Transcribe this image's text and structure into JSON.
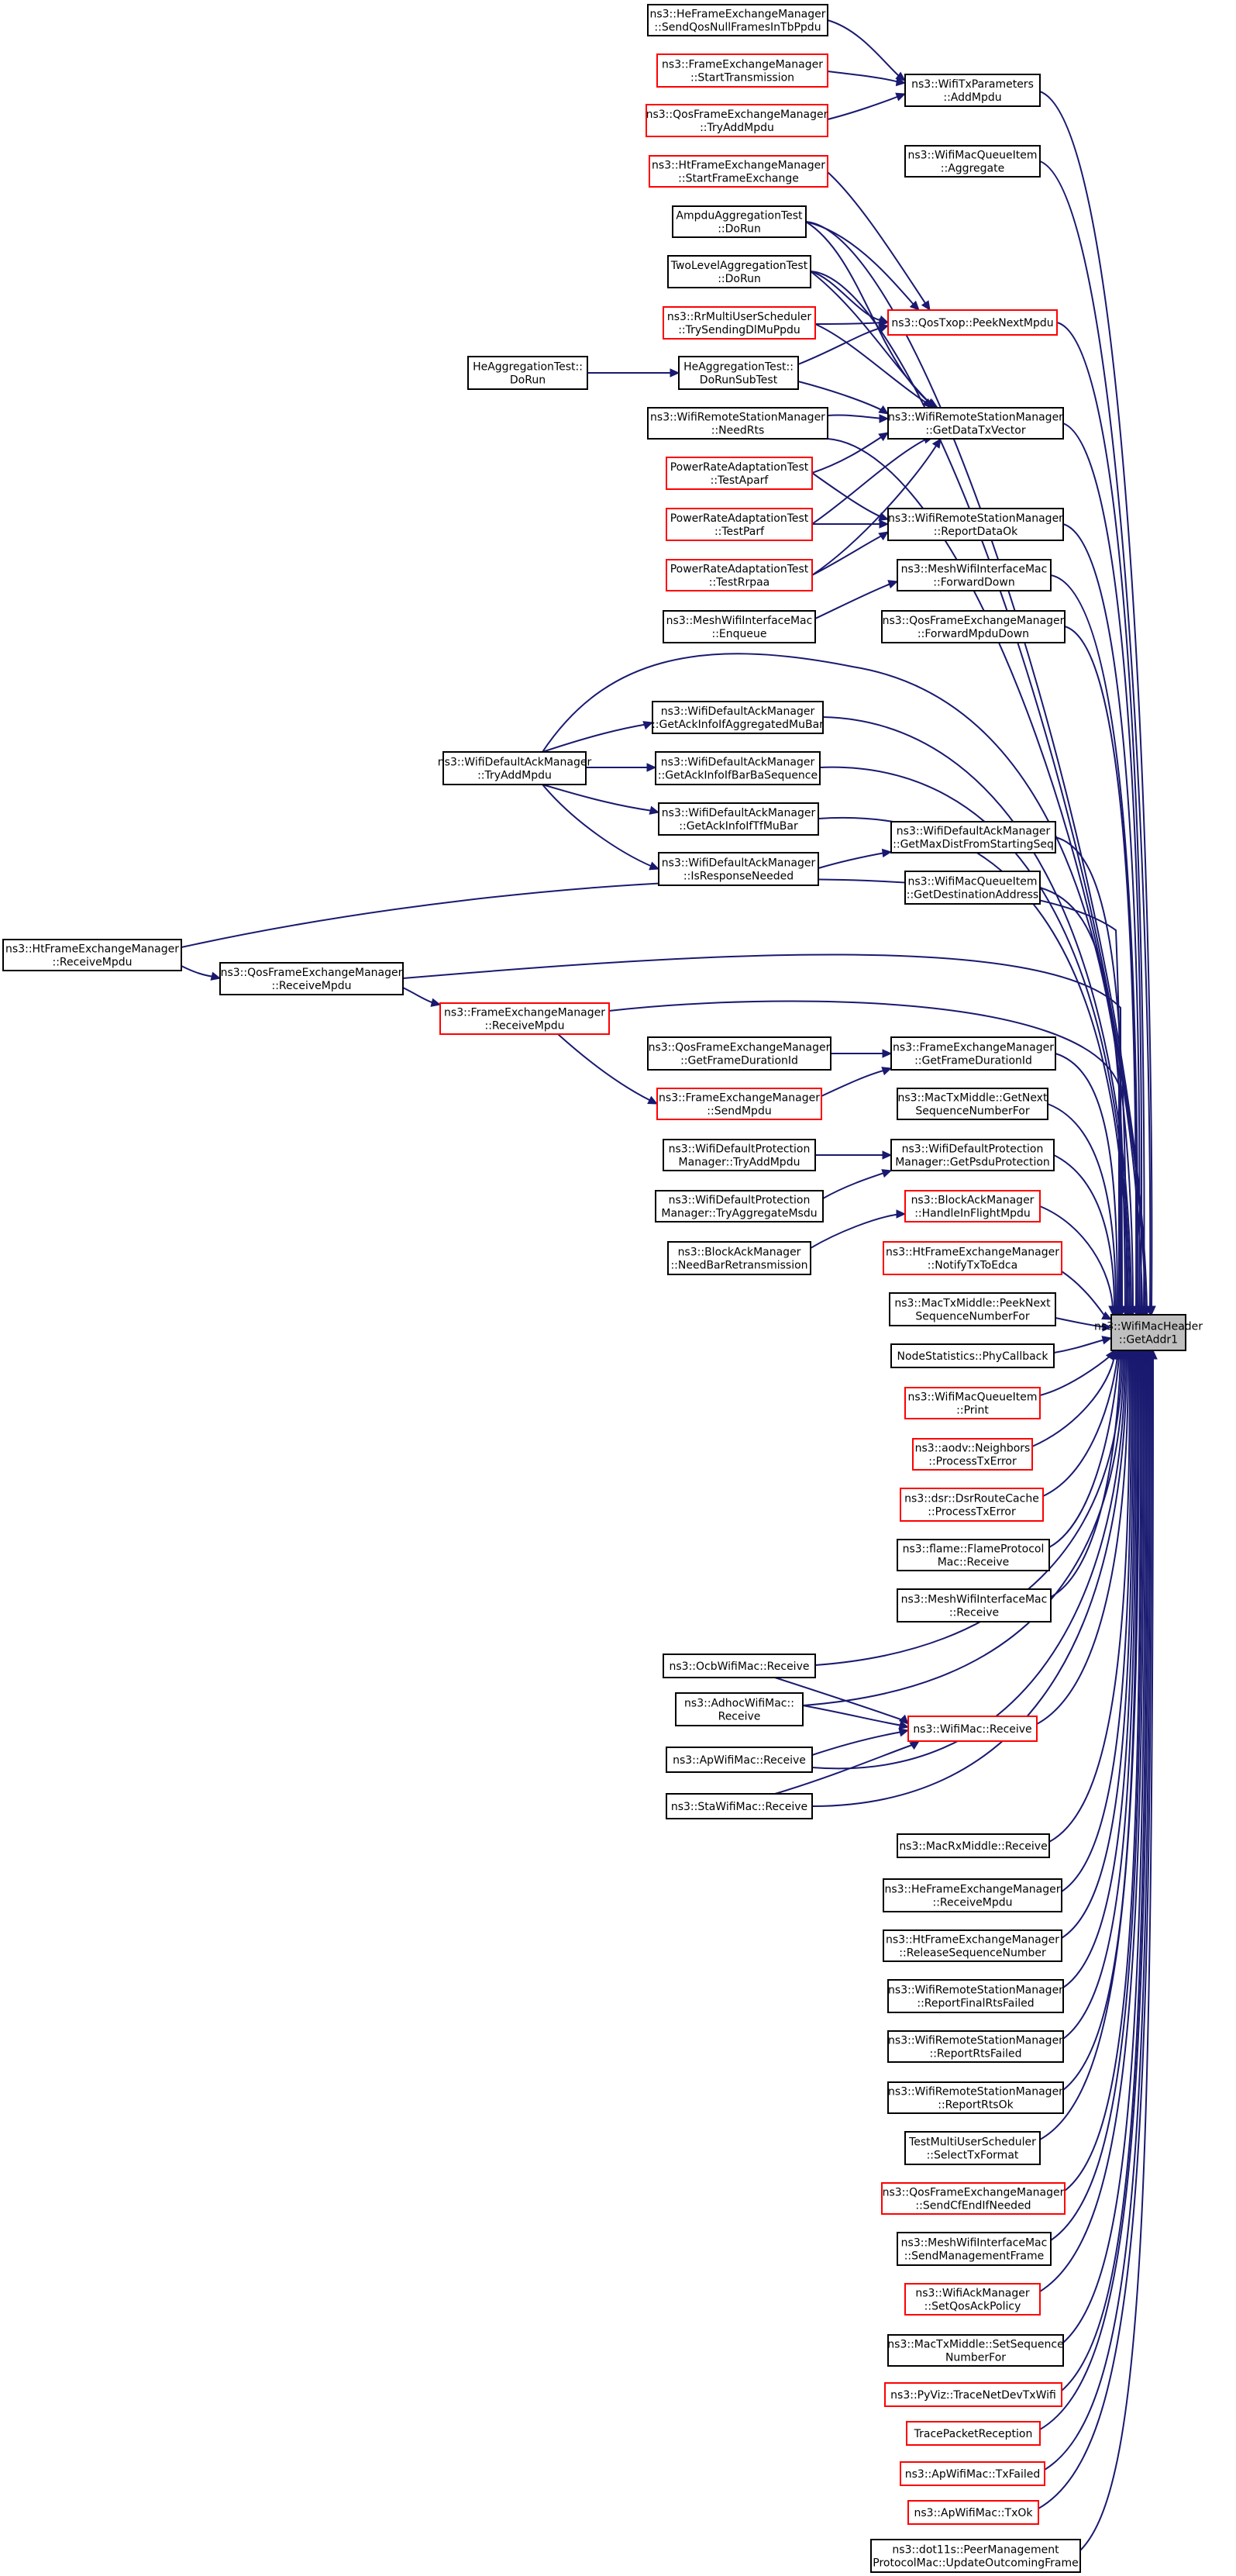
{
  "graph": {
    "title": "",
    "focus": {
      "lines": [
        "ns3::WifiMacHeader",
        "::GetAddr1"
      ]
    },
    "nodes": [
      {
        "id": "n_sendqos",
        "lines": [
          "ns3::HeFrameExchangeManager",
          "::SendQosNullFramesInTbPpdu"
        ],
        "color": "black"
      },
      {
        "id": "n_starttx",
        "lines": [
          "ns3::FrameExchangeManager",
          "::StartTransmission"
        ],
        "color": "red"
      },
      {
        "id": "n_tryaddmpdu_qos",
        "lines": [
          "ns3::QosFrameExchangeManager",
          "::TryAddMpdu"
        ],
        "color": "red"
      },
      {
        "id": "n_addmpdu",
        "lines": [
          "ns3::WifiTxParameters",
          "::AddMpdu"
        ],
        "color": "black"
      },
      {
        "id": "n_aggregate",
        "lines": [
          "ns3::WifiMacQueueItem",
          "::Aggregate"
        ],
        "color": "black"
      },
      {
        "id": "n_startfe",
        "lines": [
          "ns3::HtFrameExchangeManager",
          "::StartFrameExchange"
        ],
        "color": "red"
      },
      {
        "id": "n_ampdutest",
        "lines": [
          "AmpduAggregationTest",
          "::DoRun"
        ],
        "color": "black"
      },
      {
        "id": "n_twolevel",
        "lines": [
          "TwoLevelAggregationTest",
          "::DoRun"
        ],
        "color": "black"
      },
      {
        "id": "n_rrmu",
        "lines": [
          "ns3::RrMultiUserScheduler",
          "::TrySendingDlMuPpdu"
        ],
        "color": "red"
      },
      {
        "id": "n_peeknext",
        "lines": [
          "ns3::QosTxop::PeekNextMpdu"
        ],
        "color": "red"
      },
      {
        "id": "n_heagg",
        "lines": [
          "HeAggregationTest::",
          "DoRun"
        ],
        "color": "black"
      },
      {
        "id": "n_heaggsub",
        "lines": [
          "HeAggregationTest::",
          "DoRunSubTest"
        ],
        "color": "black"
      },
      {
        "id": "n_needrts",
        "lines": [
          "ns3::WifiRemoteStationManager",
          "::NeedRts"
        ],
        "color": "black"
      },
      {
        "id": "n_getdatatx",
        "lines": [
          "ns3::WifiRemoteStationManager",
          "::GetDataTxVector"
        ],
        "color": "black"
      },
      {
        "id": "n_aparf",
        "lines": [
          "PowerRateAdaptationTest",
          "::TestAparf"
        ],
        "color": "red"
      },
      {
        "id": "n_parf",
        "lines": [
          "PowerRateAdaptationTest",
          "::TestParf"
        ],
        "color": "red"
      },
      {
        "id": "n_reportdataok",
        "lines": [
          "ns3::WifiRemoteStationManager",
          "::ReportDataOk"
        ],
        "color": "black"
      },
      {
        "id": "n_rrpaa",
        "lines": [
          "PowerRateAdaptationTest",
          "::TestRrpaa"
        ],
        "color": "red"
      },
      {
        "id": "n_fwddown",
        "lines": [
          "ns3::MeshWifiInterfaceMac",
          "::ForwardDown"
        ],
        "color": "black"
      },
      {
        "id": "n_enqueue",
        "lines": [
          "ns3::MeshWifiInterfaceMac",
          "::Enqueue"
        ],
        "color": "black"
      },
      {
        "id": "n_fwdmpdudown",
        "lines": [
          "ns3::QosFrameExchangeManager",
          "::ForwardMpduDown"
        ],
        "color": "black"
      },
      {
        "id": "n_ackaggmubar",
        "lines": [
          "ns3::WifiDefaultAckManager",
          "::GetAckInfoIfAggregatedMuBar"
        ],
        "color": "black"
      },
      {
        "id": "n_tryaddmpdu_ack",
        "lines": [
          "ns3::WifiDefaultAckManager",
          "::TryAddMpdu"
        ],
        "color": "black"
      },
      {
        "id": "n_ackbarba",
        "lines": [
          "ns3::WifiDefaultAckManager",
          "::GetAckInfoIfBarBaSequence"
        ],
        "color": "black"
      },
      {
        "id": "n_acktfmubar",
        "lines": [
          "ns3::WifiDefaultAckManager",
          "::GetAckInfoIfTfMuBar"
        ],
        "color": "black"
      },
      {
        "id": "n_maxdist",
        "lines": [
          "ns3::WifiDefaultAckManager",
          "::GetMaxDistFromStartingSeq"
        ],
        "color": "black"
      },
      {
        "id": "n_isresp",
        "lines": [
          "ns3::WifiDefaultAckManager",
          "::IsResponseNeeded"
        ],
        "color": "black"
      },
      {
        "id": "n_getdest",
        "lines": [
          "ns3::WifiMacQueueItem",
          "::GetDestinationAddress"
        ],
        "color": "black"
      },
      {
        "id": "n_htrecv",
        "lines": [
          "ns3::HtFrameExchangeManager",
          "::ReceiveMpdu"
        ],
        "color": "black"
      },
      {
        "id": "n_qosrecv",
        "lines": [
          "ns3::QosFrameExchangeManager",
          "::ReceiveMpdu"
        ],
        "color": "black"
      },
      {
        "id": "n_ferecv",
        "lines": [
          "ns3::FrameExchangeManager",
          "::ReceiveMpdu"
        ],
        "color": "red"
      },
      {
        "id": "n_qosdurid",
        "lines": [
          "ns3::QosFrameExchangeManager",
          "::GetFrameDurationId"
        ],
        "color": "black"
      },
      {
        "id": "n_fedurid",
        "lines": [
          "ns3::FrameExchangeManager",
          "::GetFrameDurationId"
        ],
        "color": "black"
      },
      {
        "id": "n_sendmpdu",
        "lines": [
          "ns3::FrameExchangeManager",
          "::SendMpdu"
        ],
        "color": "red"
      },
      {
        "id": "n_getnextseq",
        "lines": [
          "ns3::MacTxMiddle::GetNext",
          "SequenceNumberFor"
        ],
        "color": "black"
      },
      {
        "id": "n_prottryadd",
        "lines": [
          "ns3::WifiDefaultProtection",
          "Manager::TryAddMpdu"
        ],
        "color": "black"
      },
      {
        "id": "n_psduprot",
        "lines": [
          "ns3::WifiDefaultProtection",
          "Manager::GetPsduProtection"
        ],
        "color": "black"
      },
      {
        "id": "n_prottrymsdu",
        "lines": [
          "ns3::WifiDefaultProtection",
          "Manager::TryAggregateMsdu"
        ],
        "color": "black"
      },
      {
        "id": "n_handleinflight",
        "lines": [
          "ns3::BlockAckManager",
          "::HandleInFlightMpdu"
        ],
        "color": "red"
      },
      {
        "id": "n_needbar",
        "lines": [
          "ns3::BlockAckManager",
          "::NeedBarRetransmission"
        ],
        "color": "black"
      },
      {
        "id": "n_notifytx",
        "lines": [
          "ns3::HtFrameExchangeManager",
          "::NotifyTxToEdca"
        ],
        "color": "red"
      },
      {
        "id": "n_peeknextseq",
        "lines": [
          "ns3::MacTxMiddle::PeekNext",
          "SequenceNumberFor"
        ],
        "color": "black"
      },
      {
        "id": "n_phycb",
        "lines": [
          "NodeStatistics::PhyCallback"
        ],
        "color": "black"
      },
      {
        "id": "n_qiprint",
        "lines": [
          "ns3::WifiMacQueueItem",
          "::Print"
        ],
        "color": "red"
      },
      {
        "id": "n_aodv",
        "lines": [
          "ns3::aodv::Neighbors",
          "::ProcessTxError"
        ],
        "color": "red"
      },
      {
        "id": "n_dsr",
        "lines": [
          "ns3::dsr::DsrRouteCache",
          "::ProcessTxError"
        ],
        "color": "red"
      },
      {
        "id": "n_flame",
        "lines": [
          "ns3::flame::FlameProtocol",
          "Mac::Receive"
        ],
        "color": "black"
      },
      {
        "id": "n_meshrecv",
        "lines": [
          "ns3::MeshWifiInterfaceMac",
          "::Receive"
        ],
        "color": "black"
      },
      {
        "id": "n_ocb",
        "lines": [
          "ns3::OcbWifiMac::Receive"
        ],
        "color": "black"
      },
      {
        "id": "n_adhoc",
        "lines": [
          "ns3::AdhocWifiMac::",
          "Receive"
        ],
        "color": "black"
      },
      {
        "id": "n_wifimacrecv",
        "lines": [
          "ns3::WifiMac::Receive"
        ],
        "color": "red"
      },
      {
        "id": "n_ap",
        "lines": [
          "ns3::ApWifiMac::Receive"
        ],
        "color": "black"
      },
      {
        "id": "n_sta",
        "lines": [
          "ns3::StaWifiMac::Receive"
        ],
        "color": "black"
      },
      {
        "id": "n_macrx",
        "lines": [
          "ns3::MacRxMiddle::Receive"
        ],
        "color": "black"
      },
      {
        "id": "n_herecv",
        "lines": [
          "ns3::HeFrameExchangeManager",
          "::ReceiveMpdu"
        ],
        "color": "black"
      },
      {
        "id": "n_htrelseq",
        "lines": [
          "ns3::HtFrameExchangeManager",
          "::ReleaseSequenceNumber"
        ],
        "color": "black"
      },
      {
        "id": "n_finalrts",
        "lines": [
          "ns3::WifiRemoteStationManager",
          "::ReportFinalRtsFailed"
        ],
        "color": "black"
      },
      {
        "id": "n_rtsfail",
        "lines": [
          "ns3::WifiRemoteStationManager",
          "::ReportRtsFailed"
        ],
        "color": "black"
      },
      {
        "id": "n_rtsok",
        "lines": [
          "ns3::WifiRemoteStationManager",
          "::ReportRtsOk"
        ],
        "color": "black"
      },
      {
        "id": "n_selecttx",
        "lines": [
          "TestMultiUserScheduler",
          "::SelectTxFormat"
        ],
        "color": "black"
      },
      {
        "id": "n_sendcfend",
        "lines": [
          "ns3::QosFrameExchangeManager",
          "::SendCfEndIfNeeded"
        ],
        "color": "red"
      },
      {
        "id": "n_sendmgmt",
        "lines": [
          "ns3::MeshWifiInterfaceMac",
          "::SendManagementFrame"
        ],
        "color": "black"
      },
      {
        "id": "n_setqosack",
        "lines": [
          "ns3::WifiAckManager",
          "::SetQosAckPolicy"
        ],
        "color": "red"
      },
      {
        "id": "n_setseq",
        "lines": [
          "ns3::MacTxMiddle::SetSequence",
          "NumberFor"
        ],
        "color": "black"
      },
      {
        "id": "n_pyviz",
        "lines": [
          "ns3::PyViz::TraceNetDevTxWifi"
        ],
        "color": "red"
      },
      {
        "id": "n_tracepkt",
        "lines": [
          "TracePacketReception"
        ],
        "color": "red"
      },
      {
        "id": "n_txfailed",
        "lines": [
          "ns3::ApWifiMac::TxFailed"
        ],
        "color": "red"
      },
      {
        "id": "n_txok",
        "lines": [
          "ns3::ApWifiMac::TxOk"
        ],
        "color": "red"
      },
      {
        "id": "n_updout",
        "lines": [
          "ns3::dot11s::PeerManagement",
          "ProtocolMac::UpdateOutcomingFrame"
        ],
        "color": "black"
      }
    ]
  }
}
